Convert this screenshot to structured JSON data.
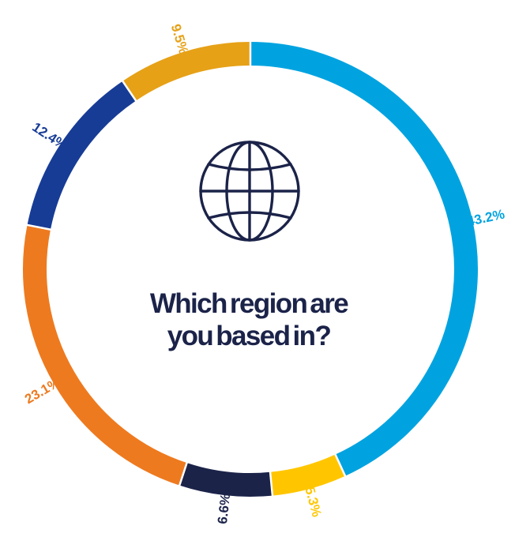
{
  "chart_data": {
    "type": "pie",
    "variant": "donut",
    "title_lines": [
      "Which region are",
      "you based in?"
    ],
    "center_icon": "globe-icon",
    "slices": [
      {
        "label": "43.2%",
        "value": 43.2,
        "color": "#00A3E0"
      },
      {
        "label": "5.3%",
        "value": 5.3,
        "color": "#FFC600"
      },
      {
        "label": "6.6%",
        "value": 6.6,
        "color": "#1B2349"
      },
      {
        "label": "23.1%",
        "value": 23.1,
        "color": "#EE7A1F"
      },
      {
        "label": "12.4%",
        "value": 12.4,
        "color": "#173C96"
      },
      {
        "label": "9.5%",
        "value": 9.5,
        "color": "#E6A117"
      }
    ]
  },
  "theme": {
    "title_color": "#1B2349",
    "icon_color": "#1B2349"
  }
}
